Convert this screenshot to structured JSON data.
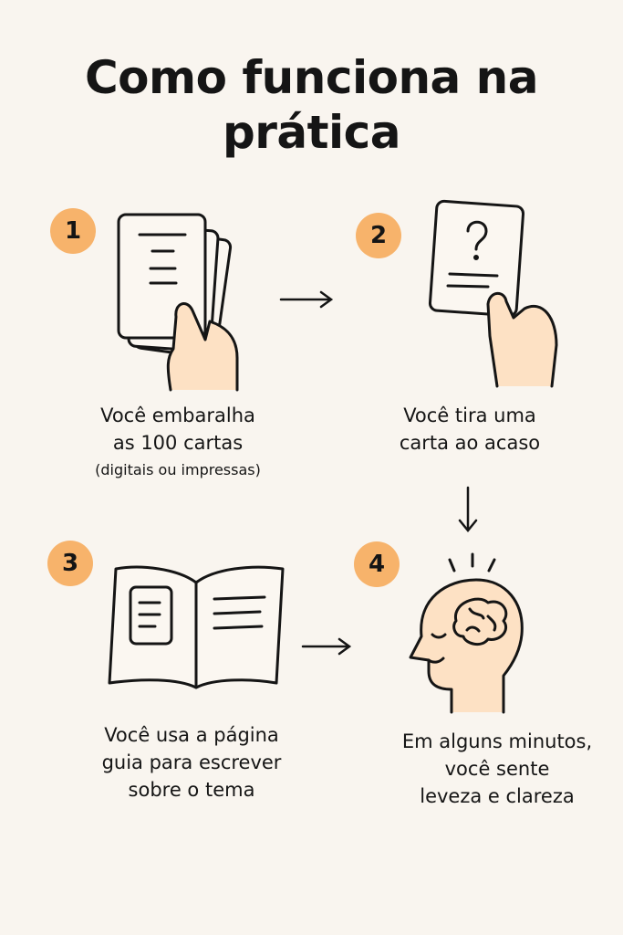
{
  "title": "Como funciona na prática",
  "steps": [
    {
      "number": "1",
      "lines": [
        "Você embaralha",
        "as 100 cartas"
      ],
      "note": "(digitais ou impressas)"
    },
    {
      "number": "2",
      "lines": [
        "Você tira uma",
        "carta ao acaso"
      ]
    },
    {
      "number": "3",
      "lines": [
        "Você usa a página",
        "guia para escrever",
        "sobre o tema"
      ]
    },
    {
      "number": "4",
      "lines": [
        "Em alguns minutos,",
        "você sente",
        "leveza e clareza"
      ]
    }
  ],
  "colors": {
    "background": "#f9f5ef",
    "badge": "#f7b36b",
    "skin": "#fde1c4",
    "paper": "#fbf7f1",
    "ink": "#151515"
  }
}
